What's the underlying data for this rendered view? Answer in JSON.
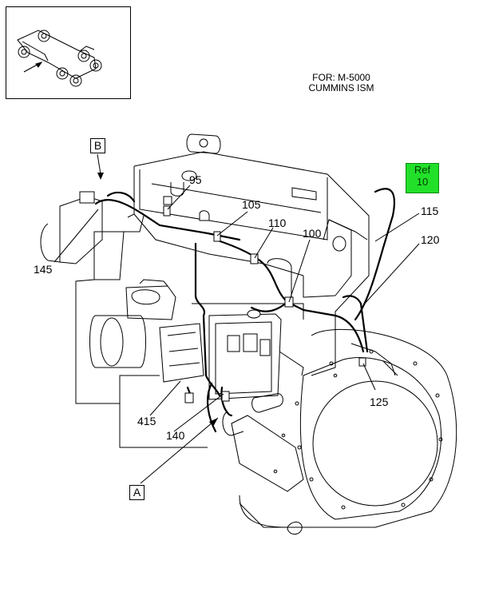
{
  "header": {
    "line1": "FOR: M-5000",
    "line2": "CUMMINS ISM"
  },
  "ref_link": {
    "line1": "Ref",
    "line2": "10",
    "color": "#22e02a"
  },
  "callouts": {
    "c95": "95",
    "c105": "105",
    "c110": "110",
    "c100": "100",
    "c115": "115",
    "c120": "120",
    "c125": "125",
    "c145": "145",
    "c415": "415",
    "c140": "140"
  },
  "view_labels": {
    "a": "A",
    "b": "B"
  }
}
